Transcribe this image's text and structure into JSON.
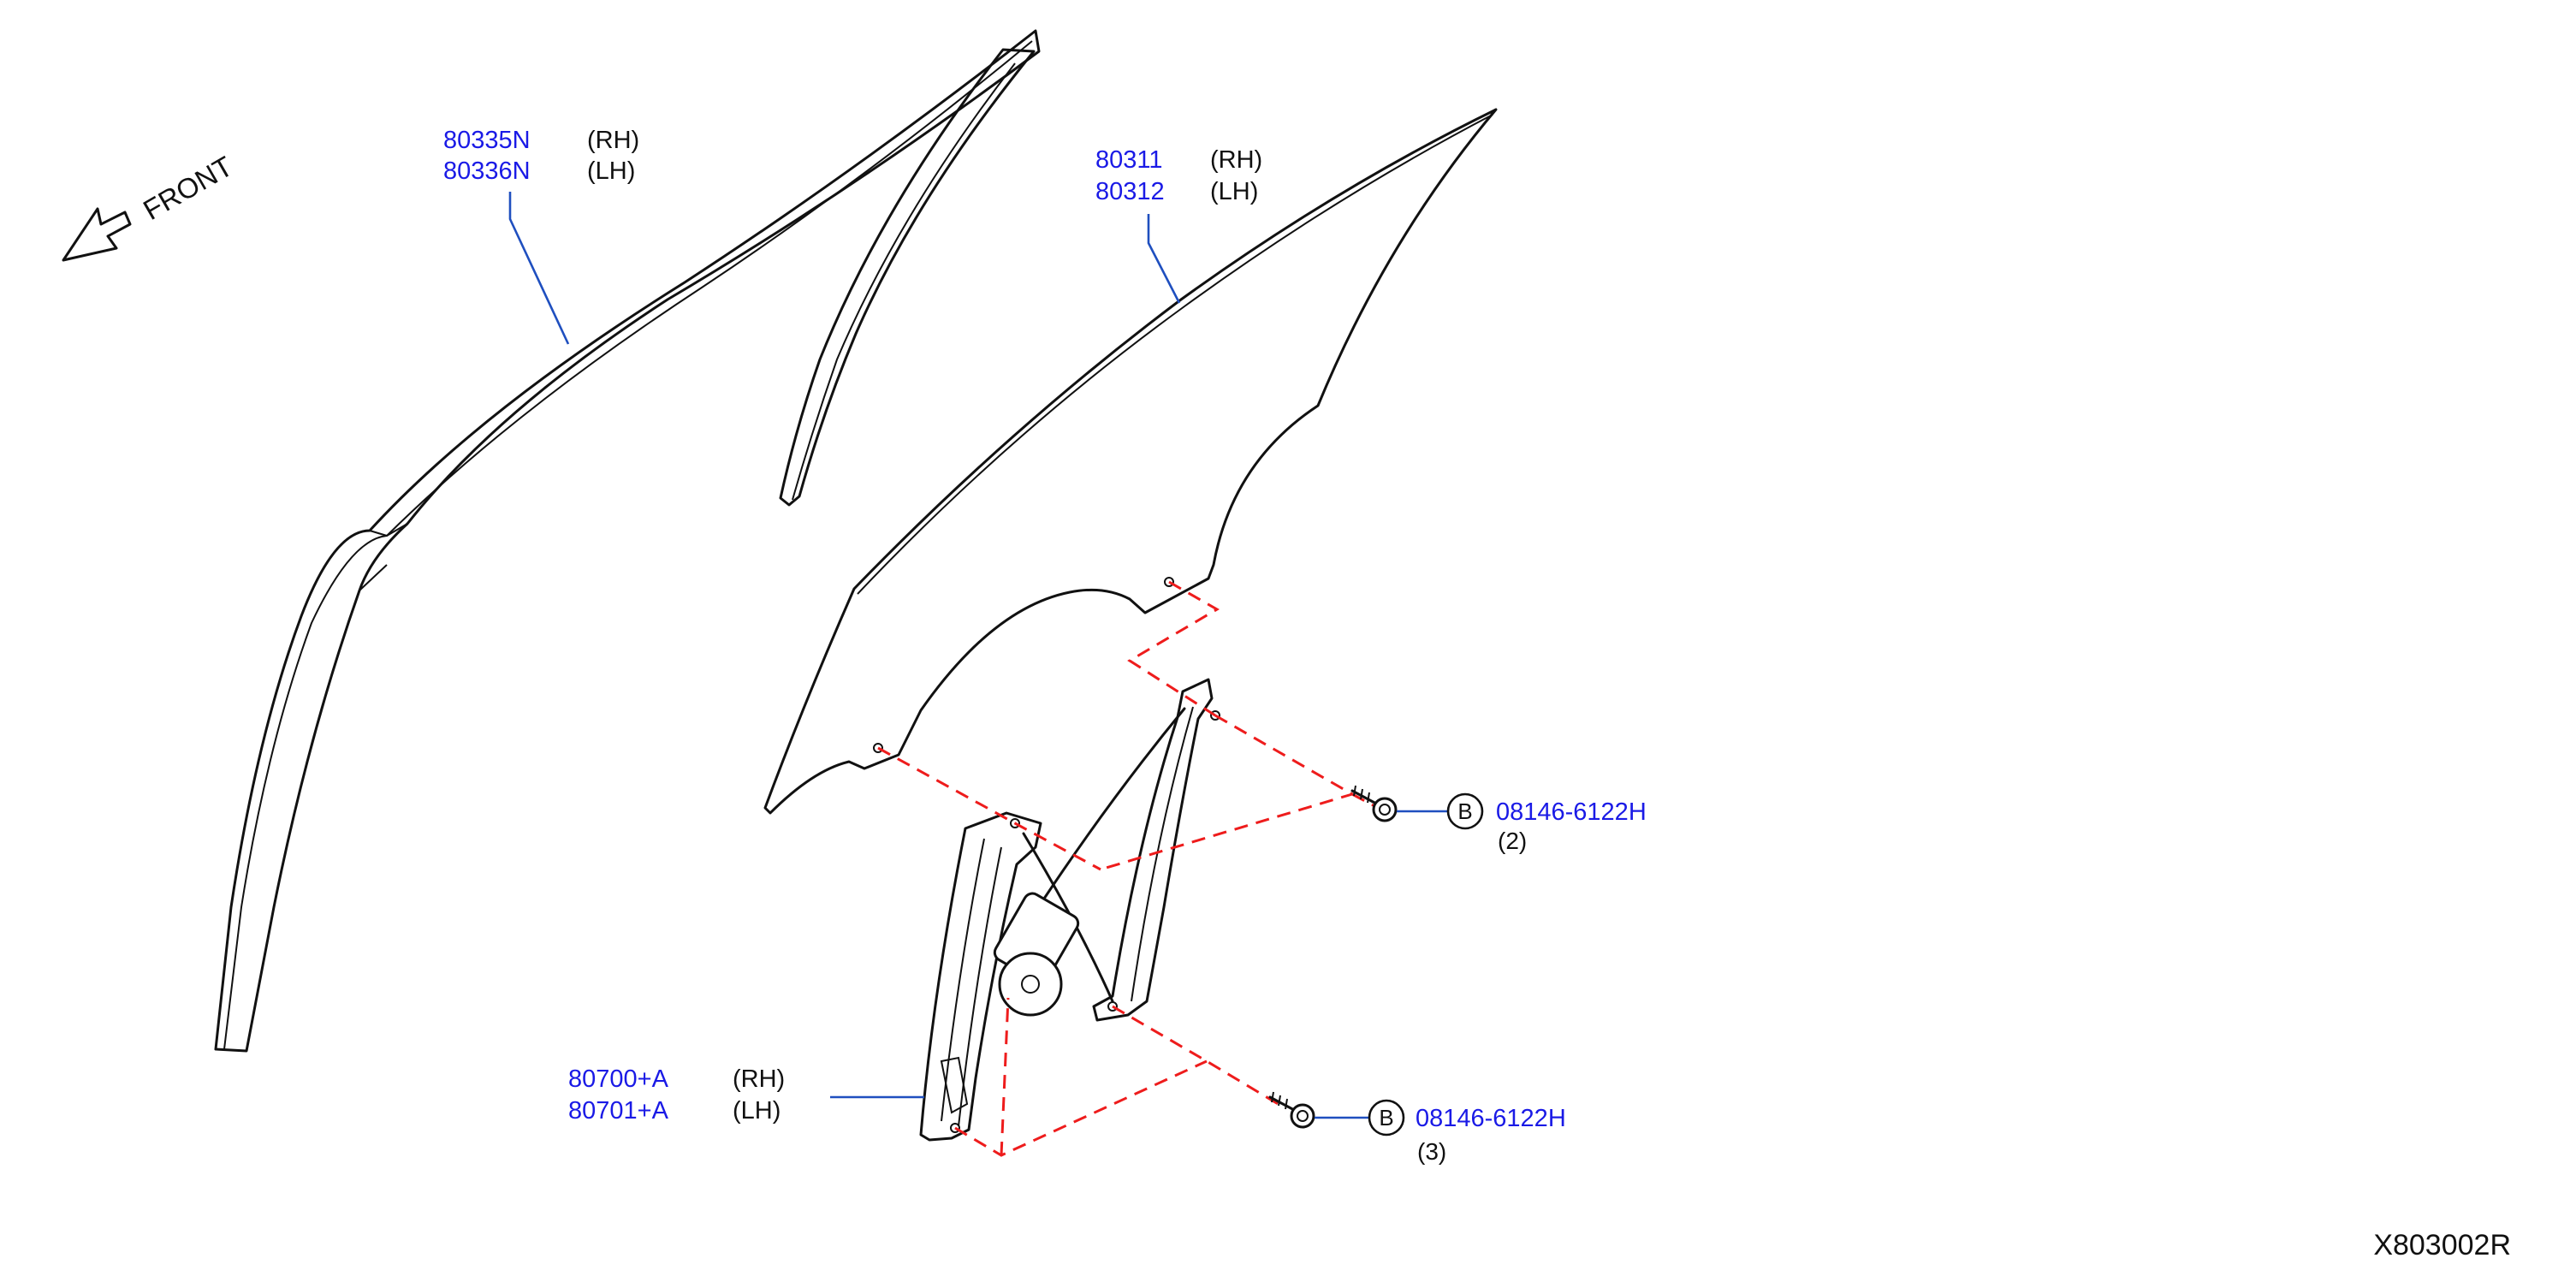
{
  "diagram": {
    "front_label": "FRONT",
    "drawing_code": "X803002R",
    "colors": {
      "part_number": "#1a1ae6",
      "leader": "#1f4fbf",
      "alignment_dash": "#ee1c1c",
      "line": "#111111",
      "background": "#ffffff"
    },
    "callouts": {
      "sash_moulding": {
        "rh_number": "80335N",
        "rh_side": "(RH)",
        "lh_number": "80336N",
        "lh_side": "(LH)"
      },
      "door_glass": {
        "rh_number": "80311",
        "rh_side": "(RH)",
        "lh_number": "80312",
        "lh_side": "(LH)"
      },
      "window_regulator": {
        "rh_number": "80700+A",
        "rh_side": "(RH)",
        "lh_number": "80701+A",
        "lh_side": "(LH)"
      },
      "bolt_upper": {
        "circle_letter": "B",
        "number": "08146-6122H",
        "quantity": "(2)"
      },
      "bolt_lower": {
        "circle_letter": "B",
        "number": "08146-6122H",
        "quantity": "(3)"
      }
    }
  }
}
